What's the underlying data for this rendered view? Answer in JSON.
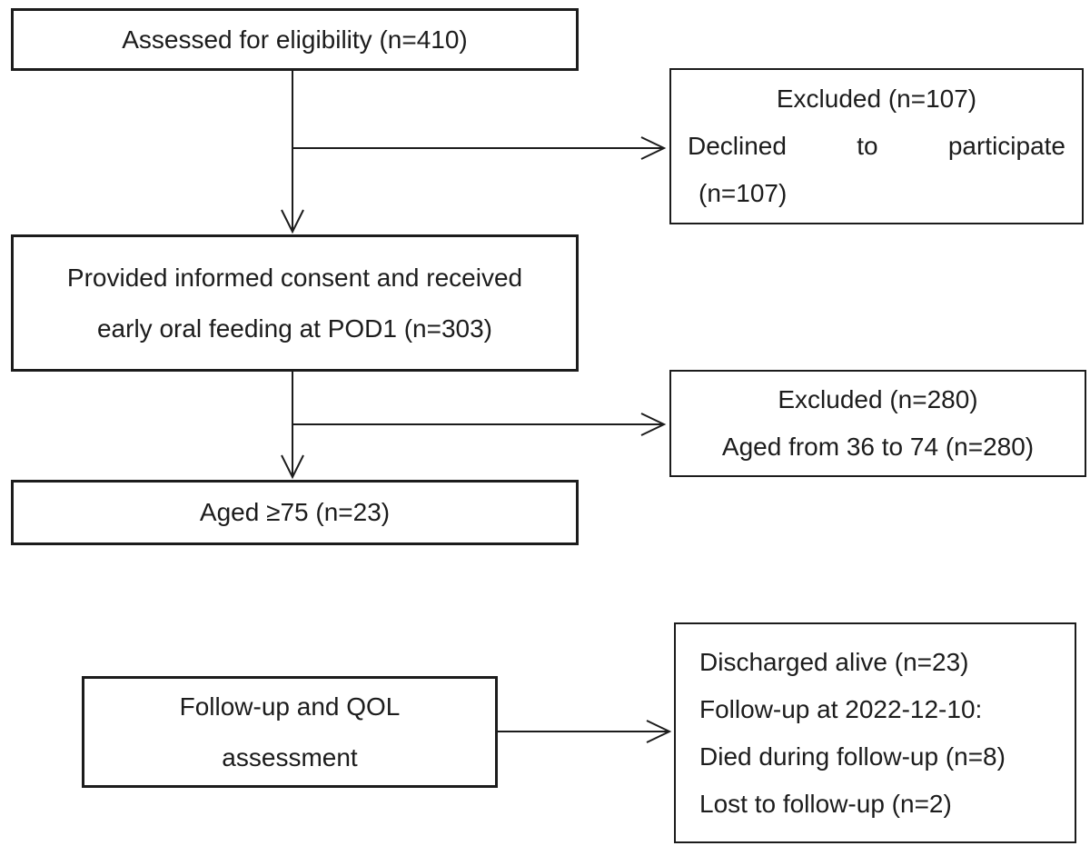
{
  "flowchart": {
    "description": "Study participant flow diagram",
    "colors": {
      "background": "#ffffff",
      "line": "#1c1c1c",
      "text": "#1c1c1c"
    },
    "boxes": {
      "assessed": {
        "lines": [
          "Assessed for eligibility (n=410)"
        ]
      },
      "excluded1": {
        "lines": [
          "Excluded (n=107)",
          "Declined to participate",
          "(n=107)"
        ]
      },
      "consent": {
        "lines": [
          "Provided informed consent and received",
          "early oral feeding at POD1 (n=303)"
        ]
      },
      "excluded2": {
        "lines": [
          "Excluded (n=280)",
          "Aged from 36 to 74 (n=280)"
        ]
      },
      "aged": {
        "lines": [
          "Aged ≥75 (n=23)"
        ]
      },
      "followup": {
        "lines": [
          "Follow-up and QOL",
          "assessment"
        ]
      },
      "outcomes": {
        "lines": [
          "Discharged alive (n=23)",
          "Follow-up at 2022-12-10:",
          "Died during follow-up (n=8)",
          "Lost to follow-up (n=2)"
        ]
      }
    }
  }
}
